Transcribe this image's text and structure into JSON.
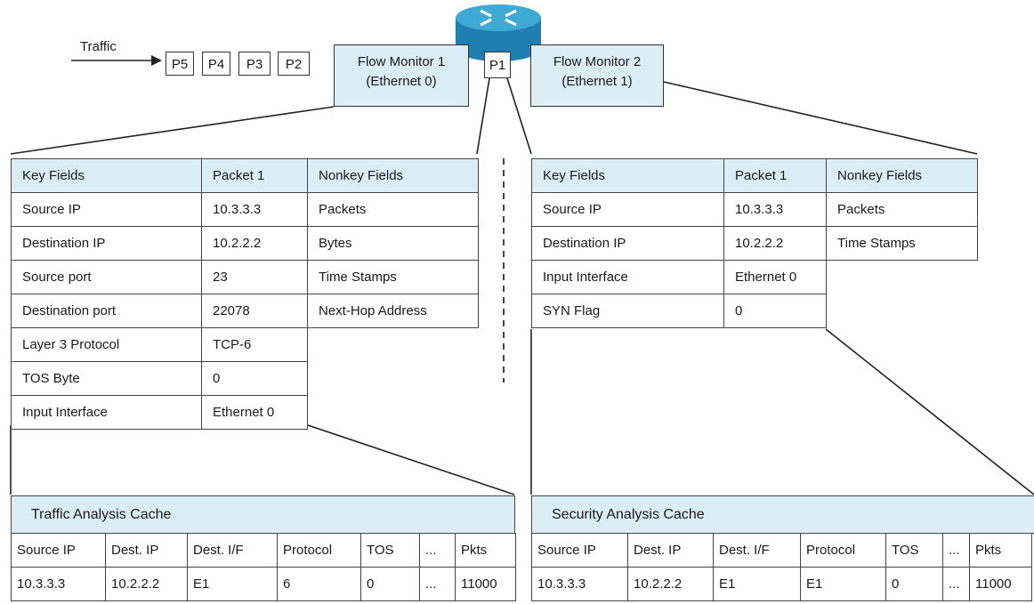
{
  "traffic": {
    "label": "Traffic",
    "packets": [
      "P5",
      "P4",
      "P3",
      "P2"
    ],
    "current_packet": "P1"
  },
  "monitors": [
    {
      "line1": "Flow Monitor 1",
      "line2": "(Ethernet 0)"
    },
    {
      "line1": "Flow Monitor 2",
      "line2": "(Ethernet 1)"
    }
  ],
  "flow1": {
    "headers": [
      "Key Fields",
      "Packet 1",
      "Nonkey Fields"
    ],
    "rows": [
      [
        "Source IP",
        "10.3.3.3",
        "Packets"
      ],
      [
        "Destination IP",
        "10.2.2.2",
        "Bytes"
      ],
      [
        "Source port",
        "23",
        "Time Stamps"
      ],
      [
        "Destination port",
        "22078",
        "Next-Hop Address"
      ],
      [
        "Layer 3 Protocol",
        "TCP-6",
        ""
      ],
      [
        "TOS Byte",
        "0",
        ""
      ],
      [
        "Input Interface",
        "Ethernet 0",
        ""
      ]
    ]
  },
  "flow2": {
    "headers": [
      "Key Fields",
      "Packet 1",
      "Nonkey Fields"
    ],
    "rows": [
      [
        "Source IP",
        "10.3.3.3",
        "Packets"
      ],
      [
        "Destination IP",
        "10.2.2.2",
        "Time Stamps"
      ],
      [
        "Input Interface",
        "Ethernet 0",
        ""
      ],
      [
        "SYN Flag",
        "0",
        ""
      ]
    ]
  },
  "cache1": {
    "title": "Traffic Analysis Cache",
    "headers": [
      "Source IP",
      "Dest. IP",
      "Dest. I/F",
      "Protocol",
      "TOS",
      "...",
      "Pkts"
    ],
    "row": [
      "10.3.3.3",
      "10.2.2.2",
      "E1",
      "6",
      "0",
      "...",
      "11000"
    ]
  },
  "cache2": {
    "title": "Security Analysis Cache",
    "headers": [
      "Source IP",
      "Dest. IP",
      "Dest. I/F",
      "Protocol",
      "TOS",
      "...",
      "Pkts"
    ],
    "row": [
      "10.3.3.3",
      "10.2.2.2",
      "E1",
      "E1",
      "0",
      "...",
      "11000"
    ]
  },
  "colors": {
    "box_fill": "#dbeef5",
    "router_top": "#3fa9d6",
    "router_side": "#1f7fb0",
    "line": "#222222"
  },
  "icons": {
    "router": "router-icon",
    "arrow": "arrow-right-icon"
  }
}
